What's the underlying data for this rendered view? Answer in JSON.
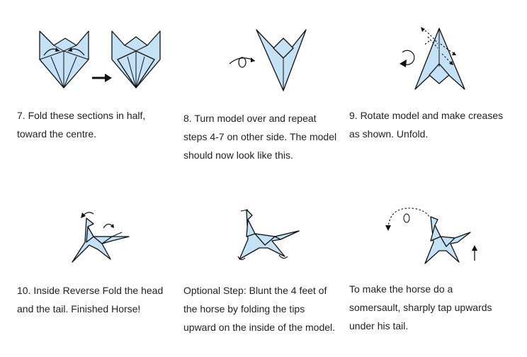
{
  "colors": {
    "paper": "#c4e1f6",
    "outline": "#111111",
    "text": "#222222",
    "background": "#ffffff"
  },
  "steps": [
    {
      "id": "step-7",
      "lines": [
        "7. Fold these sections in half,",
        "toward the centre."
      ],
      "icons": [
        "fold-arrows-icon",
        "next-arrow-icon"
      ]
    },
    {
      "id": "step-8",
      "lines": [
        "8. Turn model over and repeat",
        "steps 4-7 on other side. The model",
        "should now look like this."
      ],
      "icons": [
        "turn-over-icon"
      ]
    },
    {
      "id": "step-9",
      "lines": [
        "9. Rotate model and make creases",
        "as shown. Unfold."
      ],
      "icons": [
        "rotate-icon",
        "crease-arrows-icon"
      ]
    },
    {
      "id": "step-10",
      "lines": [
        "10. Inside Reverse Fold the head",
        "and the tail. Finished Horse!"
      ],
      "icons": [
        "reverse-fold-arrows-icon"
      ]
    },
    {
      "id": "step-optional",
      "lines": [
        "Optional Step: Blunt the 4 feet of",
        "the horse by folding the tips",
        "upward on the inside of the model."
      ],
      "icons": [
        "blunt-feet-icon"
      ]
    },
    {
      "id": "step-somersault",
      "lines": [
        "To make the horse do a",
        "somersault, sharply tap upwards",
        "under his tail."
      ],
      "icons": [
        "somersault-arrow-icon",
        "tap-up-arrow-icon"
      ]
    }
  ]
}
